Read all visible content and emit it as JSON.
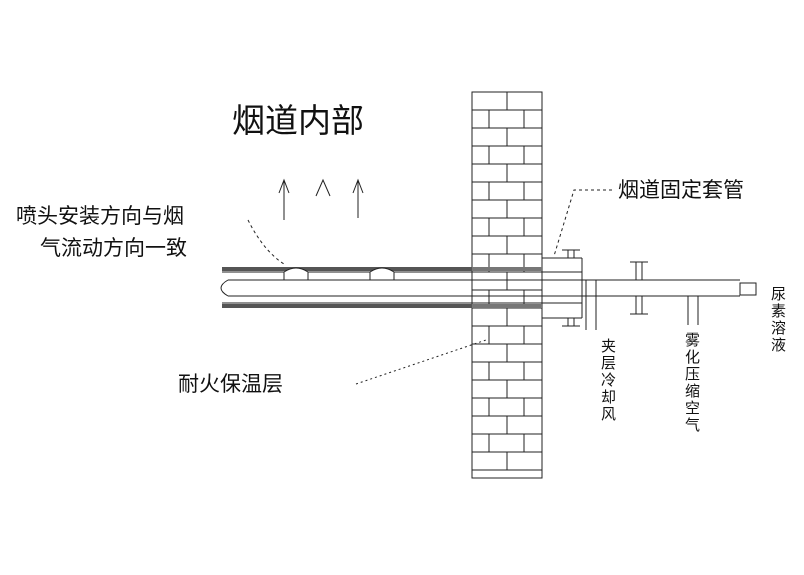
{
  "diagram": {
    "title": "烟道内部",
    "labels": {
      "nozzle_line1": "喷头安装方向与烟",
      "nozzle_line2": "气流动方向一致",
      "sleeve": "烟道固定套管",
      "insulation": "耐火保温层",
      "cooling_air": "夹层冷却风",
      "compressed_air": "雾化压缩空气",
      "urea": "尿素溶液"
    }
  }
}
